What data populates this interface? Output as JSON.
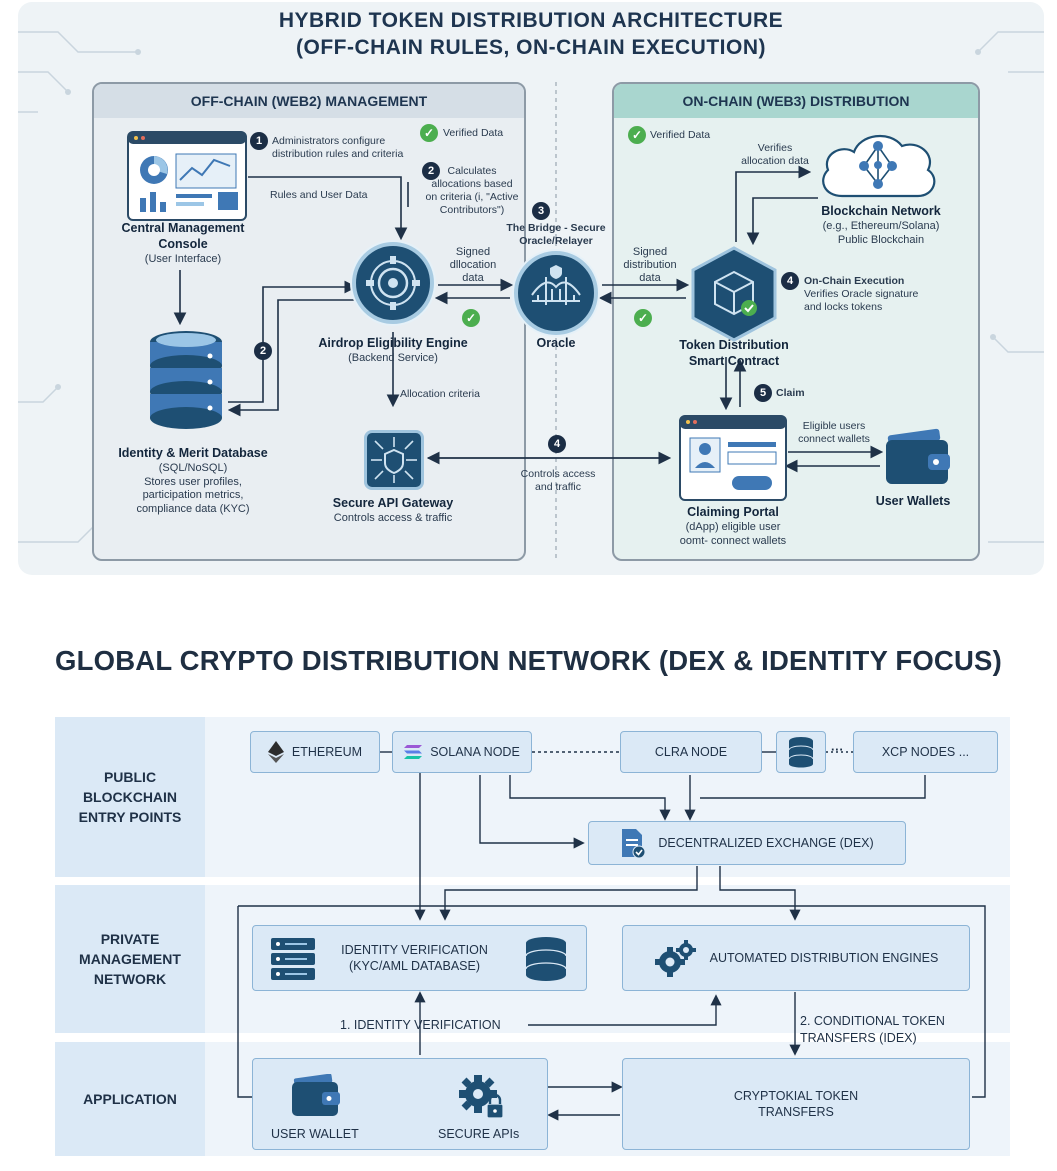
{
  "top": {
    "title_line1": "HYBRID TOKEN DISTRIBUTION ARCHITECTURE",
    "title_line2": "(OFF-CHAIN RULES, ON-CHAIN EXECUTION)",
    "offchain": {
      "header": "OFF-CHAIN (WEB2) MANAGEMENT",
      "console_title_1": "Central Management",
      "console_title_2": "Console",
      "console_sub": "(User Interface)",
      "step1_num": "1",
      "step1_text_1": "Administrators configure",
      "step1_text_2": "distribution rules and criteria",
      "verified": "Verified Data",
      "rules_label": "Rules and User Data",
      "step2_num": "2",
      "step2_text_1": "Calculates",
      "step2_text_2": "allocations based",
      "step2_text_3": "on criteria (i, \"Active",
      "step2_text_4": "Contributors\")",
      "engine_title": "Airdrop Eligibility Engine",
      "engine_sub": "(Backend Service)",
      "db_step_num": "2",
      "db_title": "Identity & Merit Database",
      "db_sub1": "(SQL/NoSQL)",
      "db_sub2": "Stores user profiles,",
      "db_sub3": "participation metrics,",
      "db_sub4": "compliance data (KYC)",
      "alloc_criteria": "Allocation criteria",
      "gateway_title": "Secure API Gateway",
      "gateway_sub": "Controls access & traffic"
    },
    "bridge": {
      "step_num": "3",
      "title_1": "The Bridge - Secure",
      "title_2": "Oracle/Relayer",
      "signed_left_1": "Signed",
      "signed_left_2": "dllocation",
      "signed_left_3": "data",
      "oracle_label": "Oracle",
      "step4_num": "4",
      "controls_1": "Controls access",
      "controls_2": "and traffic"
    },
    "onchain": {
      "header": "ON-CHAIN (WEB3) DISTRIBUTION",
      "verified": "Verified Data",
      "verifies_1": "Verifies",
      "verifies_2": "allocation data",
      "network_title": "Blockchain Network",
      "network_sub1": "(e.g., Ethereum/Solana)",
      "network_sub2": "Public Blockchain",
      "signed_right_1": "Signed",
      "signed_right_2": "distribution",
      "signed_right_3": "data",
      "contract_title_1": "Token Distribution",
      "contract_title_2": "Smart Contract",
      "exec_num": "4",
      "exec_title": "On-Chain Execution",
      "exec_sub1": "Verifies Oracle signature",
      "exec_sub2": "and locks tokens",
      "claim_num": "5",
      "claim_label": "Claim",
      "eligible_1": "Eligible users",
      "eligible_2": "connect wallets",
      "portal_title": "Claiming Portal",
      "portal_sub1": "(dApp) eligible user",
      "portal_sub2": "oomt- connect wallets",
      "wallets_title": "User Wallets"
    }
  },
  "bottom": {
    "title": "GLOBAL CRYPTO DISTRIBUTION NETWORK (DEX & IDENTITY FOCUS)",
    "bands": {
      "public": [
        "PUBLIC",
        "BLOCKCHAIN",
        "ENTRY POINTS"
      ],
      "private": [
        "PRIVATE",
        "MANAGEMENT",
        "NETWORK"
      ],
      "application": [
        "APPLICATION"
      ]
    },
    "nodes": {
      "ethereum": "ETHEREUM",
      "solana": "SOLANA NODE",
      "clra": "CLRA NODE",
      "xcp": "XCP NODES ...",
      "ellipsis": "···"
    },
    "dex": "DECENTRALIZED EXCHANGE (DEX)",
    "identity_1": "IDENTITY VERIFICATION",
    "identity_2": "(KYC/AML DATABASE)",
    "engines": "AUTOMATED DISTRIBUTION ENGINES",
    "identity_flow": "1. IDENTITY VERIFICATION",
    "conditional_1": "2. CONDITIONAL TOKEN",
    "conditional_2": "TRANSFERS (IDEX)",
    "user_wallet": "USER WALLET",
    "secure_apis": "SECURE APIs",
    "transfers_1": "CRYPTOKIAL TOKEN",
    "transfers_2": "TRANSFERS"
  },
  "icons": {
    "ethereum": "ethereum-diamond-icon",
    "solana": "solana-bars-icon",
    "database": "database-icon",
    "dex": "document-check-icon",
    "server": "server-rack-icon",
    "gears": "gears-icon",
    "wallet": "wallet-icon",
    "gear_lock": "gear-lock-icon"
  },
  "colors": {
    "navy": "#1e4f73",
    "accent_blue": "#3f78b5",
    "check_green": "#4cae4f",
    "offchain_header": "#d5dee6",
    "onchain_header": "#a9d6cf",
    "band_label": "#dbe9f6"
  }
}
